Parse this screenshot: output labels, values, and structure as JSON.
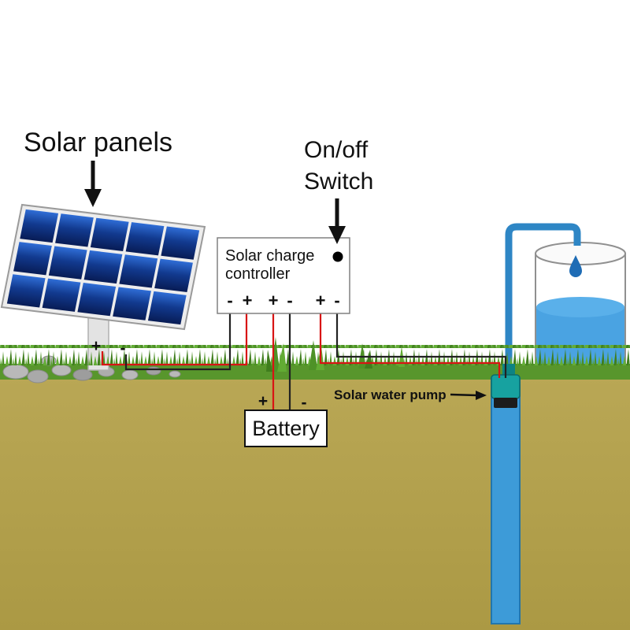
{
  "labels": {
    "solar_panels": "Solar panels",
    "onoff_switch": [
      "On/off",
      "Switch"
    ],
    "charge_controller": [
      "Solar charge",
      "controller"
    ],
    "battery": "Battery",
    "solar_water_pump": "Solar water pump"
  },
  "terminals": {
    "controller": [
      {
        "symbol": "-",
        "color": "#1a1a1a"
      },
      {
        "symbol": "+",
        "color": "#1a1a1a"
      },
      {
        "symbol": "+",
        "color": "#e01212"
      },
      {
        "symbol": "-",
        "color": "#1a1a1a"
      },
      {
        "symbol": "+",
        "color": "#1a1a1a"
      },
      {
        "symbol": "-",
        "color": "#1a1a1a"
      }
    ],
    "panel": [
      {
        "symbol": "+",
        "color": "#e01212"
      },
      {
        "symbol": "-",
        "color": "#1a1a1a"
      }
    ],
    "battery": [
      {
        "symbol": "+",
        "color": "#e01212"
      },
      {
        "symbol": "-",
        "color": "#1a1a1a"
      }
    ]
  },
  "colors": {
    "sky": "#ffffff",
    "ground": "#b3a14d",
    "ground_dark": "#a8964272",
    "grass": "#4f9a28",
    "grass_dark": "#3e7d1d",
    "grass_light": "#66ae37",
    "panel_frame": "#ededed",
    "panel_cell_top": "#2f6dd6",
    "panel_cell_bottom": "#081c55",
    "wire_positive": "#d81414",
    "wire_negative": "#222222",
    "well_water": "#3d9bd8",
    "tank_water": "#4aa3e2",
    "tank_water_surface": "#5ab0ea",
    "pipe": "#2e86c5",
    "droplet": "#1e6cb5",
    "pump_body": "#17a2a0",
    "pump_base": "#1c1c1c",
    "rock": "#b9b9b9",
    "text": "#111111"
  }
}
